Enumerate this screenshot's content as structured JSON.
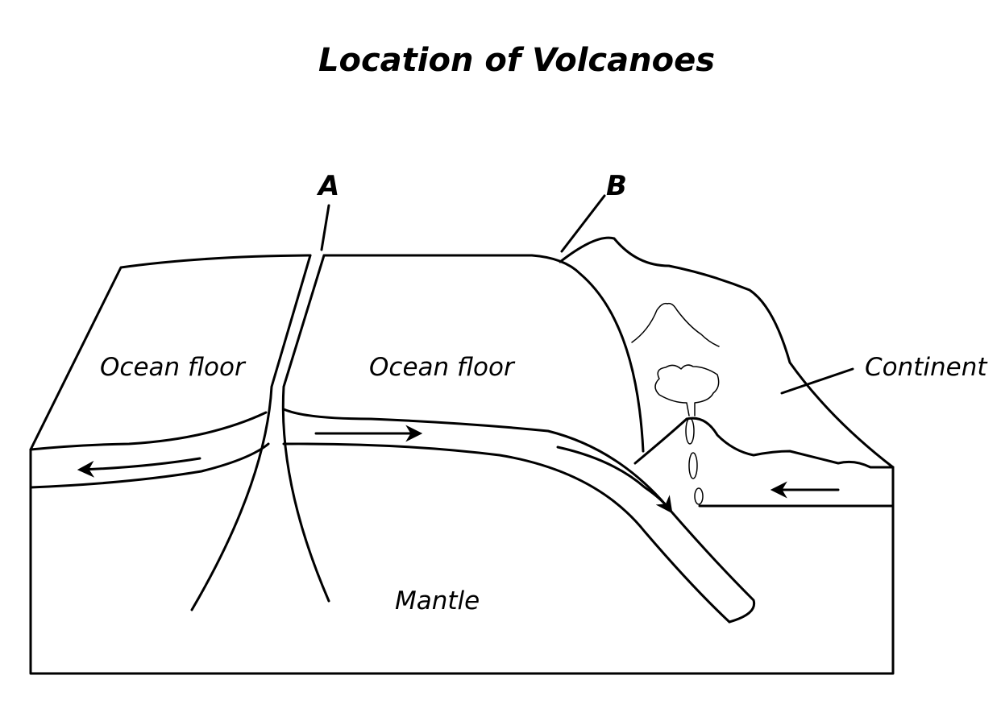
{
  "diagram": {
    "title": "Location of Volcanoes",
    "labels": {
      "ocean_floor_left": "Ocean floor",
      "ocean_floor_right": "Ocean floor",
      "continent": "Continent",
      "mantle": "Mantle",
      "point_a": "A",
      "point_b": "B"
    },
    "features": [
      {
        "id": "mid-ocean-ridge",
        "marker": "A",
        "description": "Divergent boundary where two oceanic plates spread apart"
      },
      {
        "id": "subduction-zone",
        "marker": "B",
        "description": "Oceanic plate subducts beneath continent, volcanoes form on continent"
      }
    ],
    "arrows": [
      {
        "id": "left-plate-motion",
        "direction": "left"
      },
      {
        "id": "right-ocean-plate-motion",
        "direction": "right"
      },
      {
        "id": "subducting-slab-motion",
        "direction": "down-right"
      },
      {
        "id": "continent-plate-motion",
        "direction": "left"
      }
    ],
    "colors": {
      "line": "#000000",
      "background": "#ffffff"
    }
  }
}
